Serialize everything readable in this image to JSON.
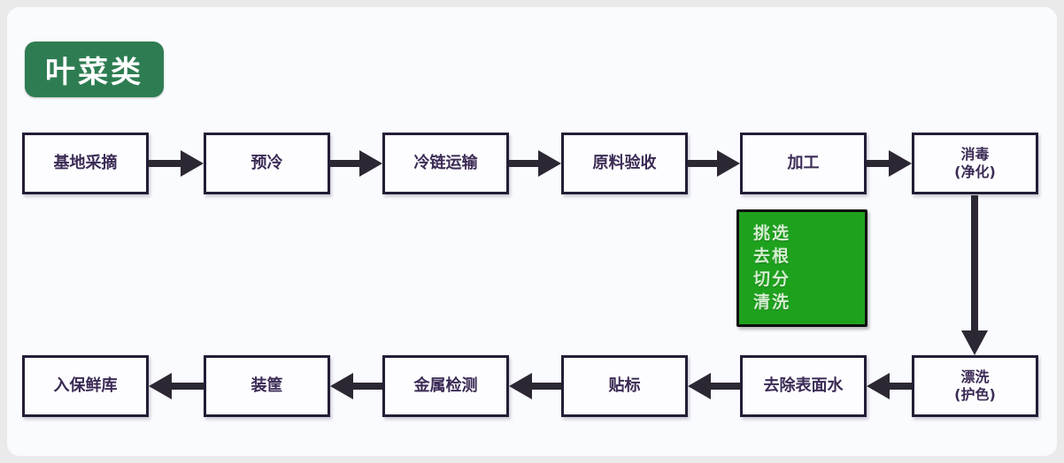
{
  "page": {
    "background_color": "#eaeaeb",
    "panel_background_color": "#fafbfe"
  },
  "badge": {
    "label": "叶菜类",
    "background_color": "#2e7d52",
    "text_color": "#ffffff"
  },
  "flow": {
    "top_row_direction": "left-to-right",
    "bottom_row_direction": "right-to-left",
    "top_row": [
      {
        "label": "基地采摘"
      },
      {
        "label": "预冷"
      },
      {
        "label": "冷链运输"
      },
      {
        "label": "原料验收"
      },
      {
        "label": "加工"
      },
      {
        "label": "消毒",
        "sublabel": "(净化)"
      }
    ],
    "bottom_row": [
      {
        "label": "入保鲜库"
      },
      {
        "label": "装筐"
      },
      {
        "label": "金属检测"
      },
      {
        "label": "贴标"
      },
      {
        "label": "去除表面水"
      },
      {
        "label": "漂洗",
        "sublabel": "(护色)"
      }
    ]
  },
  "green_box": {
    "lines": [
      "挑选",
      "去根",
      "切分",
      "清洗"
    ],
    "background_color": "#1ea21e",
    "text_color": "#d4eed0"
  },
  "colors": {
    "box_border": "#231d36",
    "box_fill": "#fdfdff",
    "box_text": "#3b2b55",
    "arrow": "#2c2833"
  }
}
